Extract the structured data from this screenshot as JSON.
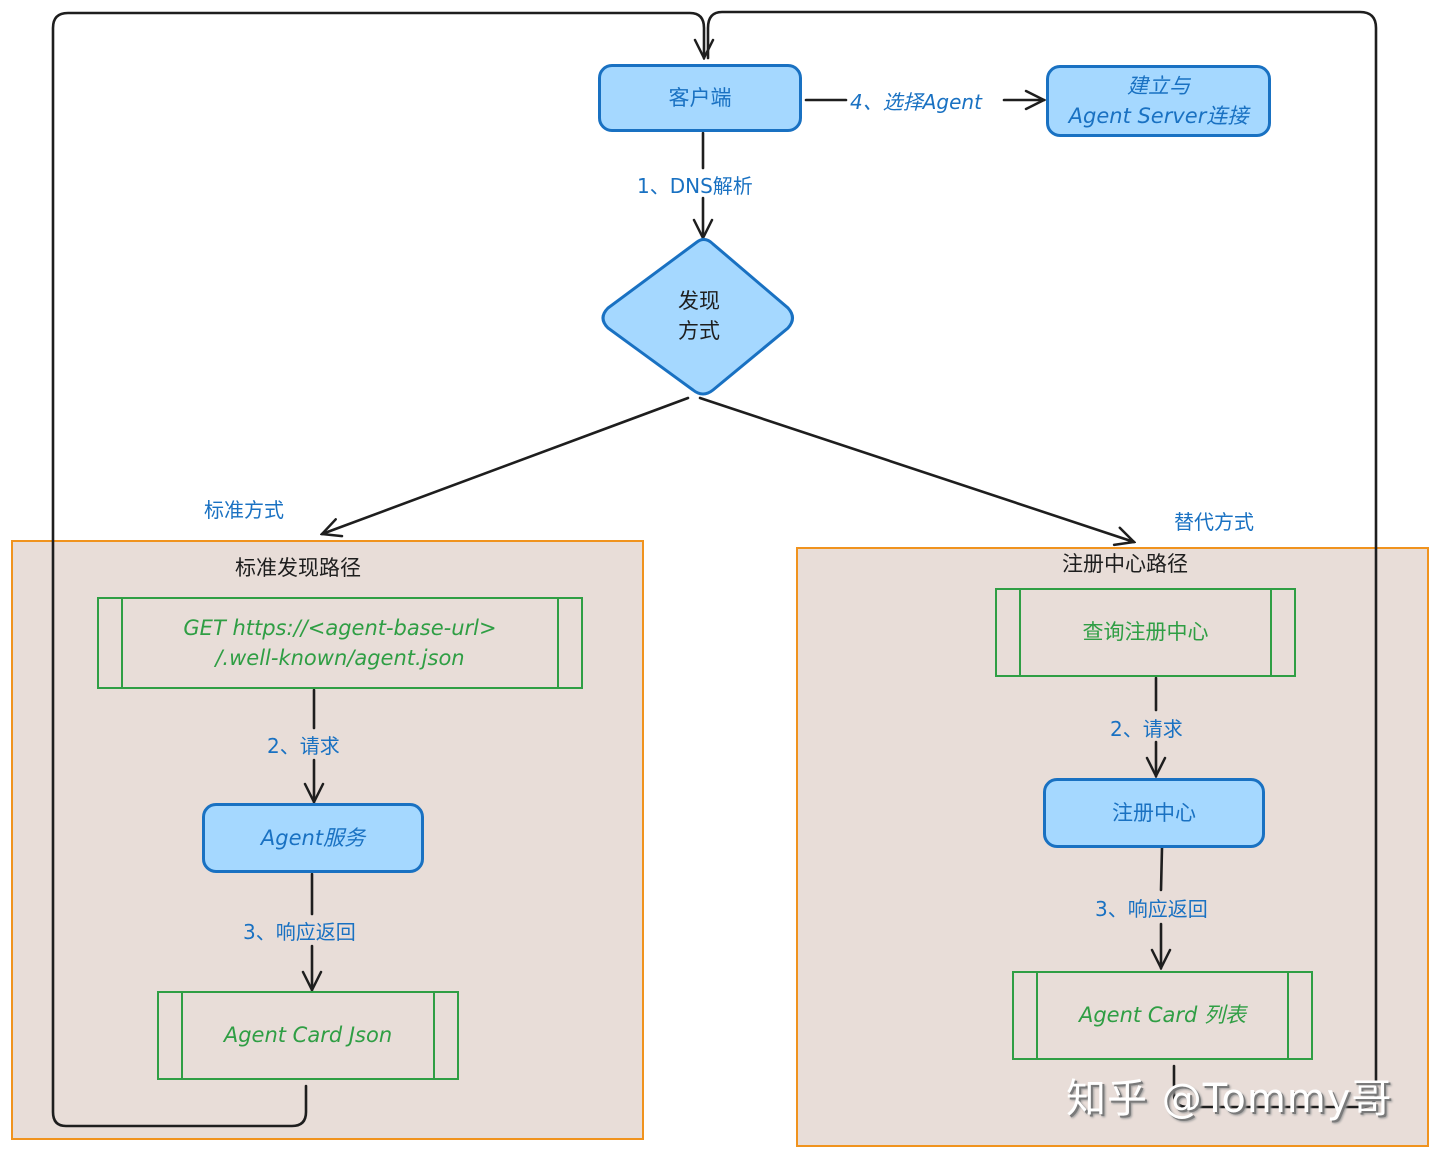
{
  "diagram": {
    "nodes": {
      "client": "客户端",
      "establish_line1": "建立与",
      "establish_line2": "Agent Server连接",
      "discovery_line1": "发现",
      "discovery_line2": "方式",
      "get_request_line1": "GET https://<agent-base-url>",
      "get_request_line2": "/.well-known/agent.json",
      "agent_service": "Agent服务",
      "agent_card_json": "Agent Card Json",
      "query_registry": "查询注册中心",
      "registry": "注册中心",
      "agent_card_list": "Agent Card 列表"
    },
    "groups": {
      "standard": "标准发现路径",
      "registry": "注册中心路径"
    },
    "edges": {
      "dns": "1、DNS解析",
      "select_agent": "4、选择Agent",
      "standard_way": "标准方式",
      "alternative_way": "替代方式",
      "request_left": "2、请求",
      "response_left": "3、响应返回",
      "request_right": "2、请求",
      "response_right": "3、响应返回"
    },
    "colors": {
      "process_fill": "#a5d8ff",
      "process_stroke": "#1971c2",
      "subroutine_stroke": "#2f9e44",
      "group_fill": "#e8ddd8",
      "group_stroke": "#f0931e",
      "edge": "#1e1e1e",
      "label": "#1971c2"
    }
  },
  "watermark": "知乎 @Tommy哥"
}
